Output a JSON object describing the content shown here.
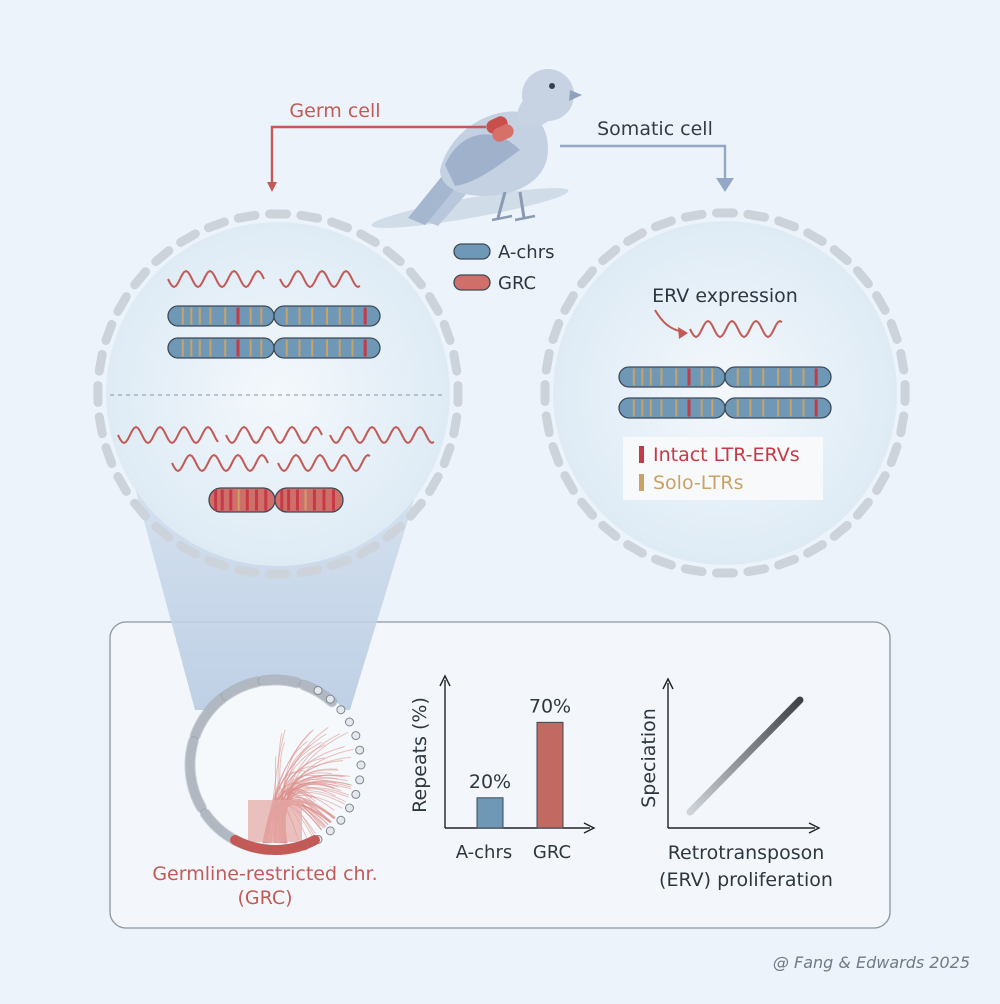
{
  "labels": {
    "germ_cell": "Germ cell",
    "somatic_cell": "Somatic cell",
    "erv_expression": "ERV expression",
    "grc_label_line1": "Germline-restricted chr.",
    "grc_label_line2": "(GRC)",
    "credit": "@ Fang & Edwards 2025"
  },
  "legend_chromosomes": [
    {
      "label": "A-chrs",
      "color": "#6f98b6"
    },
    {
      "label": "GRC",
      "color": "#d06f6a"
    }
  ],
  "legend_elements": [
    {
      "label": "Intact LTR-ERVs",
      "color": "#c43a46"
    },
    {
      "label": "Solo-LTRs",
      "color": "#c9a266"
    }
  ],
  "colors": {
    "germ": "#c25b57",
    "somatic": "#94a8c6",
    "a_chr": "#6f98b6",
    "grc": "#d06f6a",
    "background": "#edf3fa"
  },
  "chart_data": [
    {
      "type": "bar",
      "categories": [
        "A-chrs",
        "GRC"
      ],
      "values": [
        20,
        70
      ],
      "data_labels": [
        "20%",
        "70%"
      ],
      "ylabel": "Repeats (%)",
      "xlabel": "",
      "ylim": [
        0,
        100
      ],
      "colors": [
        "#6f98b6",
        "#c26a62"
      ]
    },
    {
      "type": "line",
      "x": [
        0,
        1
      ],
      "y": [
        0,
        1
      ],
      "xlabel_line1": "Retrotransposon",
      "xlabel_line2": "(ERV) proliferation",
      "ylabel": "Speciation"
    }
  ]
}
